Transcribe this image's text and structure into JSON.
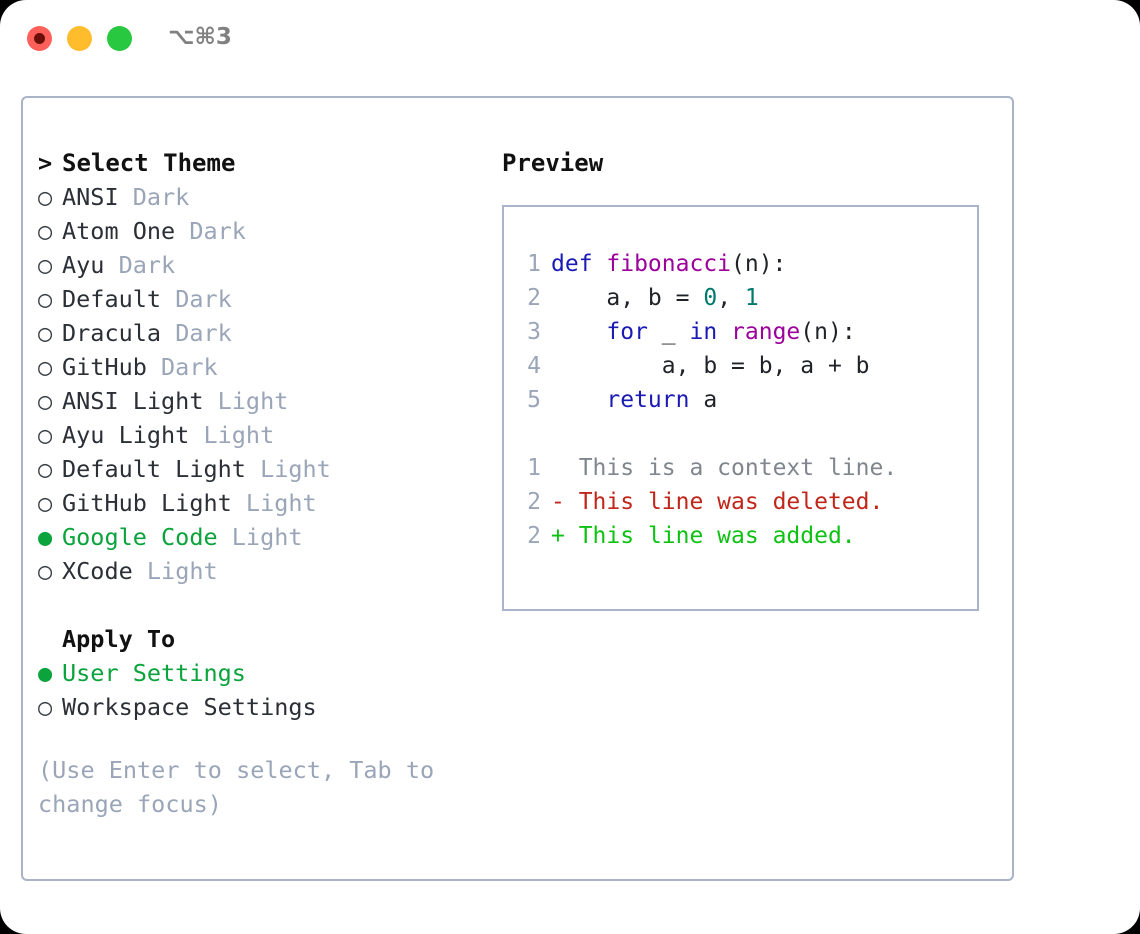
{
  "window": {
    "shortcut_label": "⌥⌘3",
    "traffic_lights": [
      "close",
      "minimize",
      "maximize"
    ]
  },
  "left_panel": {
    "header": {
      "caret": ">",
      "label": "Select Theme"
    },
    "themes": [
      {
        "marker": "○",
        "name": "ANSI",
        "variant": "Dark",
        "selected": false
      },
      {
        "marker": "○",
        "name": "Atom One",
        "variant": "Dark",
        "selected": false
      },
      {
        "marker": "○",
        "name": "Ayu",
        "variant": "Dark",
        "selected": false
      },
      {
        "marker": "○",
        "name": "Default",
        "variant": "Dark",
        "selected": false
      },
      {
        "marker": "○",
        "name": "Dracula",
        "variant": "Dark",
        "selected": false
      },
      {
        "marker": "○",
        "name": "GitHub",
        "variant": "Dark",
        "selected": false
      },
      {
        "marker": "○",
        "name": "ANSI Light",
        "variant": "Light",
        "selected": false
      },
      {
        "marker": "○",
        "name": "Ayu Light",
        "variant": "Light",
        "selected": false
      },
      {
        "marker": "○",
        "name": "Default Light",
        "variant": "Light",
        "selected": false
      },
      {
        "marker": "○",
        "name": "GitHub Light",
        "variant": "Light",
        "selected": false
      },
      {
        "marker": "●",
        "name": "Google Code",
        "variant": "Light",
        "selected": true
      },
      {
        "marker": "○",
        "name": "XCode",
        "variant": "Light",
        "selected": false
      }
    ],
    "apply_to": {
      "header": "Apply To",
      "options": [
        {
          "marker": "●",
          "label": "User Settings",
          "selected": true
        },
        {
          "marker": "○",
          "label": "Workspace Settings",
          "selected": false
        }
      ]
    },
    "hint": "(Use Enter to select, Tab to change focus)"
  },
  "right_panel": {
    "title": "Preview",
    "code_lines": [
      {
        "no": "1",
        "tokens": [
          {
            "t": "def ",
            "c": "kw"
          },
          {
            "t": "fibonacci",
            "c": "fn"
          },
          {
            "t": "(n):",
            "c": "pl"
          }
        ]
      },
      {
        "no": "2",
        "tokens": [
          {
            "t": "    a, b = ",
            "c": "pl"
          },
          {
            "t": "0",
            "c": "num"
          },
          {
            "t": ", ",
            "c": "pl"
          },
          {
            "t": "1",
            "c": "num"
          }
        ]
      },
      {
        "no": "3",
        "tokens": [
          {
            "t": "    ",
            "c": "pl"
          },
          {
            "t": "for",
            "c": "kw"
          },
          {
            "t": " _ ",
            "c": "pl"
          },
          {
            "t": "in",
            "c": "kw"
          },
          {
            "t": " ",
            "c": "pl"
          },
          {
            "t": "range",
            "c": "fn"
          },
          {
            "t": "(n):",
            "c": "pl"
          }
        ]
      },
      {
        "no": "4",
        "tokens": [
          {
            "t": "        a, b = b, a + b",
            "c": "pl"
          }
        ]
      },
      {
        "no": "5",
        "tokens": [
          {
            "t": "    ",
            "c": "pl"
          },
          {
            "t": "return",
            "c": "kw"
          },
          {
            "t": " a",
            "c": "pl"
          }
        ]
      }
    ],
    "diff_lines": [
      {
        "no": "1",
        "sign": " ",
        "text": "This is a context line.",
        "kind": "ctx"
      },
      {
        "no": "2",
        "sign": "-",
        "text": "This line was deleted.",
        "kind": "del"
      },
      {
        "no": "2",
        "sign": "+",
        "text": "This line was added.",
        "kind": "add"
      }
    ]
  },
  "colors": {
    "accent_green": "#0ba33c",
    "border": "#a9b4c6",
    "dim_text": "#9aa5b8",
    "keyword": "#1a1ab4",
    "function": "#9b009b",
    "number": "#00786b",
    "diff_deleted": "#c0261a",
    "diff_added": "#0ec213"
  }
}
